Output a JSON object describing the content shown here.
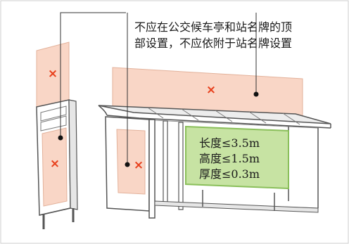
{
  "note": {
    "line1": "不应在公交候车亭和站名牌的顶",
    "line2": "部设置，不应依附于站名牌设置"
  },
  "spec_box": {
    "length": "长度≤3.5m",
    "height": "高度≤1.5m",
    "thickness": "厚度≤0.3m"
  },
  "marks": {
    "prohibited_symbol": "×"
  },
  "colors": {
    "prohibited_panel_fill": "#f9d6c6",
    "prohibited_mark": "#e8401c",
    "allowed_panel_fill": "#c7e3a3",
    "allowed_panel_stroke": "#8abf5a",
    "structure_stroke": "#555555",
    "leader_line": "#333333"
  }
}
